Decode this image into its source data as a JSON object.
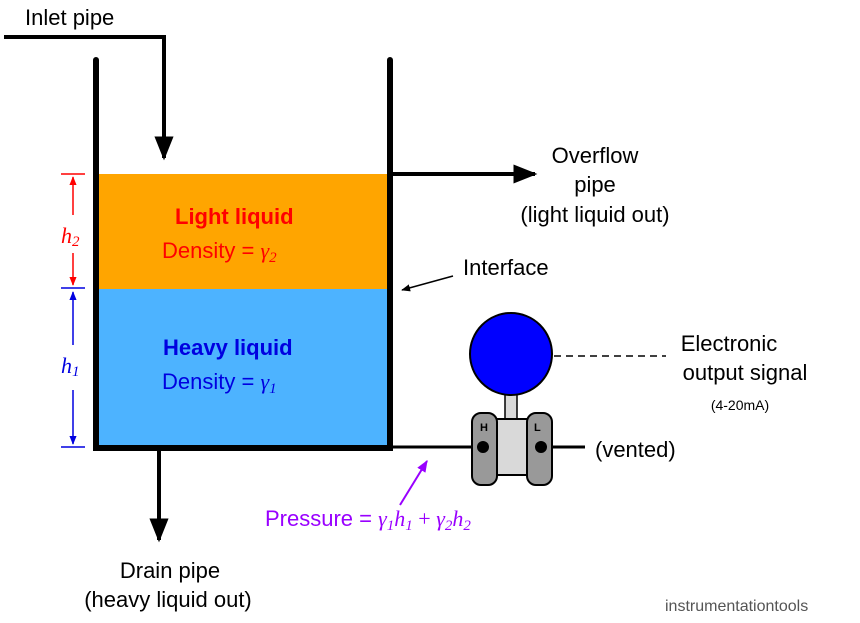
{
  "labels": {
    "inlet_pipe": "Inlet pipe",
    "overflow_line1": "Overflow",
    "overflow_line2": "pipe",
    "overflow_line3": "(light liquid out)",
    "interface": "Interface",
    "light_liquid_title": "Light liquid",
    "light_density_prefix": "Density = ",
    "light_density_symbol": "γ",
    "light_density_sub": "2",
    "heavy_liquid_title": "Heavy liquid",
    "heavy_density_prefix": "Density = ",
    "heavy_density_symbol": "γ",
    "heavy_density_sub": "1",
    "h2_symbol": "h",
    "h2_sub": "2",
    "h1_symbol": "h",
    "h1_sub": "1",
    "electronic_line1": "Electronic",
    "electronic_line2": "output signal",
    "electronic_line3": "(4-20mA)",
    "vented": "(vented)",
    "port_high": "H",
    "port_low": "L",
    "pressure_prefix": "Pressure = ",
    "pressure_g1": "γ",
    "pressure_s1": "1",
    "pressure_h1": "h",
    "pressure_hs1": "1",
    "pressure_plus": " + ",
    "pressure_g2": "γ",
    "pressure_s2": "2",
    "pressure_h2": "h",
    "pressure_hs2": "2",
    "drain_line1": "Drain pipe",
    "drain_line2": "(heavy liquid out)",
    "watermark": "instrumentationtools"
  },
  "colors": {
    "light_liquid_fill": "#FFA500",
    "heavy_liquid_fill": "#4DB3FF",
    "light_text": "#FF0000",
    "heavy_text": "#0000E0",
    "pressure_text": "#9900FF",
    "transmitter_head": "#0000FF",
    "watermark": "#555555"
  }
}
